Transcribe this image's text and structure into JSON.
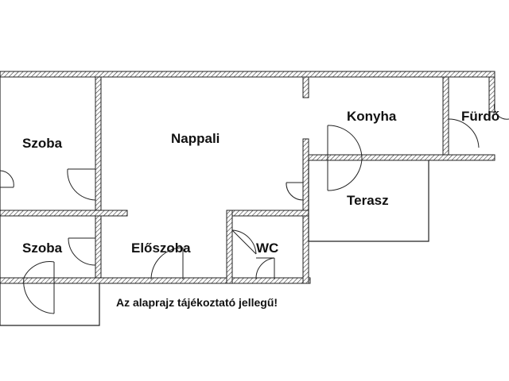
{
  "rooms": {
    "szoba_top": "Szoba",
    "nappali": "Nappali",
    "konyha": "Konyha",
    "furdo": "Fürdő",
    "terasz": "Terasz",
    "szoba_bottom": "Szoba",
    "eloszoba": "Előszoba",
    "wc": "WC"
  },
  "note": "Az alaprajz tájékoztató jellegű!",
  "colors": {
    "line": "#222222",
    "background": "#ffffff"
  }
}
